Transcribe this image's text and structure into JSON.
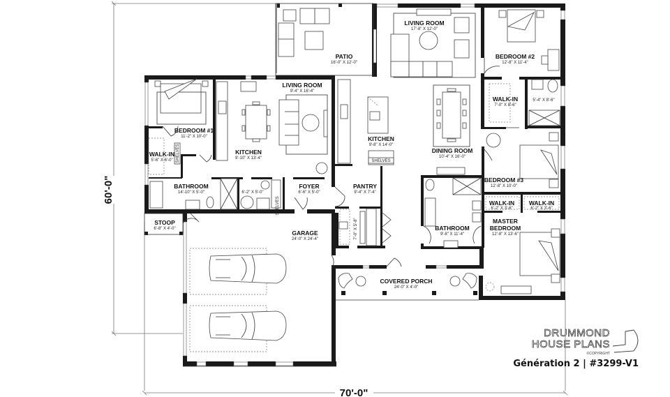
{
  "plan": {
    "overall_width": "70'-0\"",
    "overall_depth": "60'-0\"",
    "rooms": {
      "patio": {
        "name": "PATIO",
        "size": "16'-0\" X 12'-0\""
      },
      "living_room_main": {
        "name": "LIVING ROOM",
        "size": "17'-8\" X 12'-0\""
      },
      "bedroom_2": {
        "name": "BEDROOM #2",
        "size": "12'-8\" X 11'-4\""
      },
      "walkin_b2": {
        "name": "WALK-IN",
        "size": "7'-0\" X 8'-6\""
      },
      "ensuite_b2": {
        "name": "",
        "size": "5'-4\" X 8'-6\""
      },
      "living_room_unit": {
        "name": "LIVING ROOM",
        "size": "9'-4\" X 16'-4\""
      },
      "bedroom_1": {
        "name": "BEDROOM #1",
        "size": "11'-2\" X 10'-0\""
      },
      "walkin_b1": {
        "name": "WALK-IN",
        "size": "5'-6\" X 6'-0\""
      },
      "shelves_b1": {
        "name": "SHELVES"
      },
      "kitchen_unit": {
        "name": "KITCHEN",
        "size": "9'-10\" X 13'-4\""
      },
      "kitchen_main": {
        "name": "KITCHEN",
        "size": "9'-8\" X 14'-0\""
      },
      "dining_room": {
        "name": "DINING ROOM",
        "size": "10'-4\" X 16'-0\""
      },
      "bedroom_3": {
        "name": "BEDROOM #3",
        "size": "12'-8\" X 10'-0\""
      },
      "bathroom_unit": {
        "name": "BATHROOM",
        "size": "14'-10\" X 5'-0\""
      },
      "laundry": {
        "name": "",
        "size": "6'-2\" X 5'-0\""
      },
      "shelves_laundry": {
        "name": "SHELVES"
      },
      "foyer": {
        "name": "FOYER",
        "size": "6'-6\" X 5'-0\""
      },
      "pantry": {
        "name": "PANTRY",
        "size": "9'-4\" X 7'-4\""
      },
      "shelves_pantry": {
        "name": "SHELVES"
      },
      "mudroom": {
        "name": "",
        "size": "7'-0\" X 5'-8\""
      },
      "bathroom_main": {
        "name": "BATHROOM",
        "size": "9'-8\" X 11'-4\""
      },
      "walkin_master_1": {
        "name": "WALK-IN",
        "size": "6'-2\" X 3'-6\""
      },
      "walkin_master_2": {
        "name": "WALK-IN",
        "size": "6'-2\" X 3'-6\""
      },
      "master_bedroom": {
        "name_line1": "MASTER",
        "name_line2": "BEDROOM",
        "size": "12'-8\" X 13'-6\""
      },
      "stoop": {
        "name": "STOOP",
        "size": "6'-8\" X 4'-0\""
      },
      "garage": {
        "name": "GARAGE",
        "size": "24'-0\" X 24'-4\""
      },
      "covered_porch": {
        "name": "COVERED PORCH",
        "size": "24'-0\" X 4'-0\""
      }
    }
  },
  "branding": {
    "line1": "DRUMMOND",
    "line2": "HOUSE PLANS",
    "copyright": "©COPYRIGHT",
    "plan_title": "Génération 2 | #3299-V1"
  },
  "colors": {
    "wall": "#1a1a1a",
    "line": "#333333",
    "background": "#ffffff"
  }
}
